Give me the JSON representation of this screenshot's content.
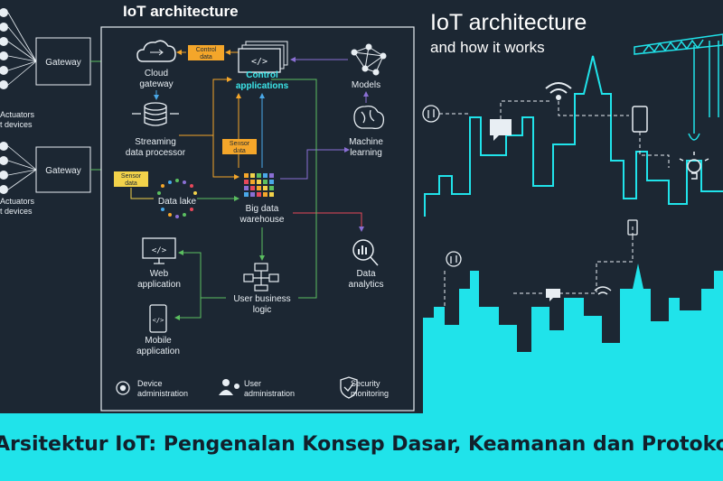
{
  "diagram": {
    "title": "IoT architecture",
    "left_labels": [
      "Actuators",
      "t devices"
    ],
    "gateways": [
      "Gateway",
      "Gateway"
    ],
    "nodes": {
      "cloud_gateway": [
        "Cloud",
        "gateway"
      ],
      "control_applications": [
        "Control",
        "applications"
      ],
      "models": "Models",
      "streaming": [
        "Streaming",
        "data processor"
      ],
      "machine_learning": [
        "Machine",
        "learning"
      ],
      "data_lake": "Data lake",
      "big_data": [
        "Big data",
        "warehouse"
      ],
      "web": [
        "Web",
        "application"
      ],
      "data_analytics": [
        "Data",
        "analytics"
      ],
      "user_logic": [
        "User business",
        "logic"
      ],
      "mobile": [
        "Mobile",
        "application"
      ]
    },
    "tags": {
      "control_data": [
        "Control",
        "data"
      ],
      "sensor_data_1": [
        "Sensor",
        "data"
      ],
      "sensor_data_2": [
        "Sensor",
        "data"
      ]
    },
    "footer": {
      "device_admin": [
        "Device",
        "administration"
      ],
      "user_admin": [
        "User",
        "administration"
      ],
      "security": [
        "Security",
        "monitoring"
      ]
    }
  },
  "hero": {
    "title": "IoT architecture",
    "subtitle": "and how it works"
  },
  "banner": {
    "text": "Arsitektur IoT: Pengenalan Konsep Dasar, Keamanan dan Protokol"
  },
  "colors": {
    "background": "#1c2733",
    "accent_cyan": "#20e3ea",
    "tag_orange": "#f4a62a",
    "tag_yellow": "#f2d24a",
    "arrow_purple": "#8a6fd4",
    "arrow_green": "#5bbf60"
  }
}
